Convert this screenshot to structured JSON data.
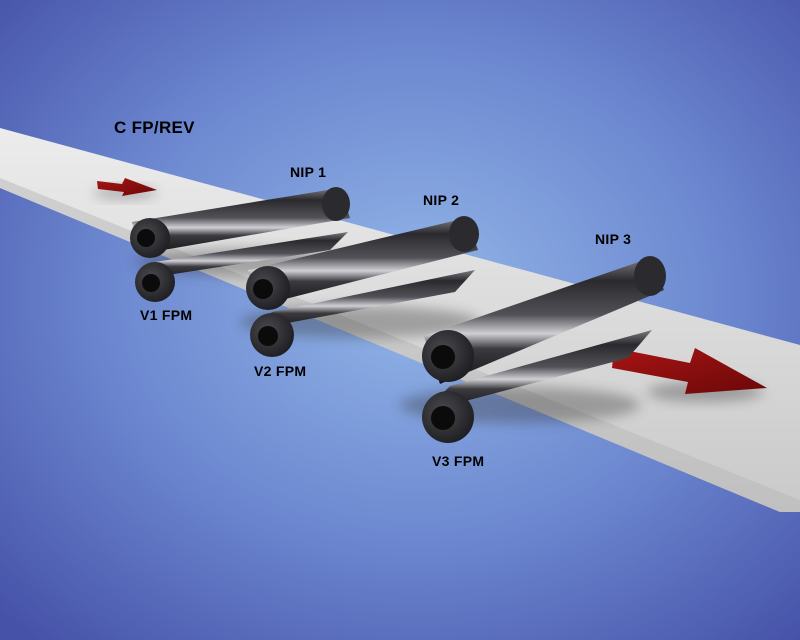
{
  "diagram": {
    "title": "C FP/REV",
    "nips": [
      {
        "label": "NIP 1",
        "speed_label": "V1 FPM"
      },
      {
        "label": "NIP 2",
        "speed_label": "V2 FPM"
      },
      {
        "label": "NIP 3",
        "speed_label": "V3 FPM"
      }
    ]
  },
  "colors": {
    "background_center": "#8fb3e6",
    "background_edge": "#4855aa",
    "web": "#d9d9d9",
    "roller": "#3a3a3e",
    "arrow": "#8a0d0d"
  }
}
